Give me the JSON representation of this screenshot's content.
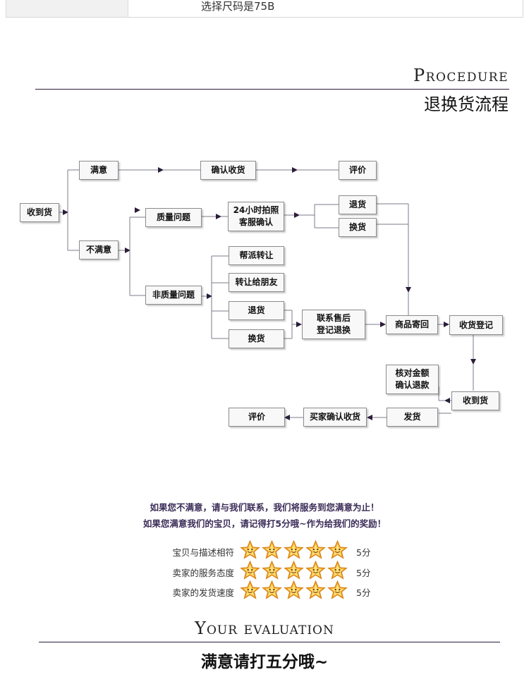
{
  "size_note": {
    "selected_text": "选择尺码是75B"
  },
  "procedure": {
    "title_en": "Procedure",
    "title_zh": "退换货流程",
    "nodes": {
      "received": "收到货",
      "satisfied": "满意",
      "confirm_receipt": "确认收货",
      "review_top": "评价",
      "unsatisfied": "不满意",
      "quality_issue": "质量问题",
      "photo_line1": "24小时拍照",
      "photo_line2": "客服确认",
      "return_a": "退货",
      "exchange_a": "换货",
      "non_quality_issue": "非质量问题",
      "help_resell": "帮派转让",
      "transfer_friend": "转让给朋友",
      "return_b": "退货",
      "exchange_b": "换货",
      "contact_line1": "联系售后",
      "contact_line2": "登记退换",
      "send_back": "商品寄回",
      "receipt_register": "收货登记",
      "check_line1": "核对金额",
      "check_line2": "确认退款",
      "received_back": "收到货",
      "ship": "发货",
      "buyer_confirm": "买家确认收货",
      "review_bottom": "评价"
    }
  },
  "messages": {
    "line1": "如果您不满意，请与我们联系，我们将服务到您满意为止！",
    "line2": "如果您满意我们的宝贝，请记得打5分哦~作为给我们的奖励！"
  },
  "ratings": [
    {
      "label": "宝贝与描述相符",
      "stars": 5,
      "score_text": "5分"
    },
    {
      "label": "卖家的服务态度",
      "stars": 5,
      "score_text": "5分"
    },
    {
      "label": "卖家的发货速度",
      "stars": 5,
      "score_text": "5分"
    }
  ],
  "evaluation": {
    "title_en": "Your evaluation",
    "title_zh": "满意请打五分哦~"
  },
  "colors": {
    "accent": "#2b1d3a",
    "arrow": "#2b1d3a",
    "line": "#7b7b8b",
    "star_outer": "#f0a020",
    "star_inner": "#fde07a",
    "message_text": "#3b2c58"
  },
  "icons": {
    "star": "star-icon",
    "arrow": "arrow-right-icon"
  }
}
